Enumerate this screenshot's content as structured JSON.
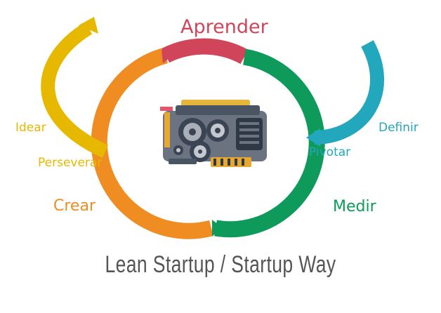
{
  "labels": {
    "aprender": "Aprender",
    "idear": "Idear",
    "perseverar": "Perseverar",
    "crear": "Crear",
    "definir": "Definir",
    "pivotar": "Pivotar",
    "medir": "Medir"
  },
  "title": "Lean Startup / Startup Way",
  "colors": {
    "aprender": "#d0455a",
    "medir": "#0e9a5a",
    "crear": "#ef8c22",
    "idear": "#e7b800",
    "definir": "#22a7bd",
    "title": "#555555"
  },
  "icons": {
    "center": "engine-icon"
  }
}
